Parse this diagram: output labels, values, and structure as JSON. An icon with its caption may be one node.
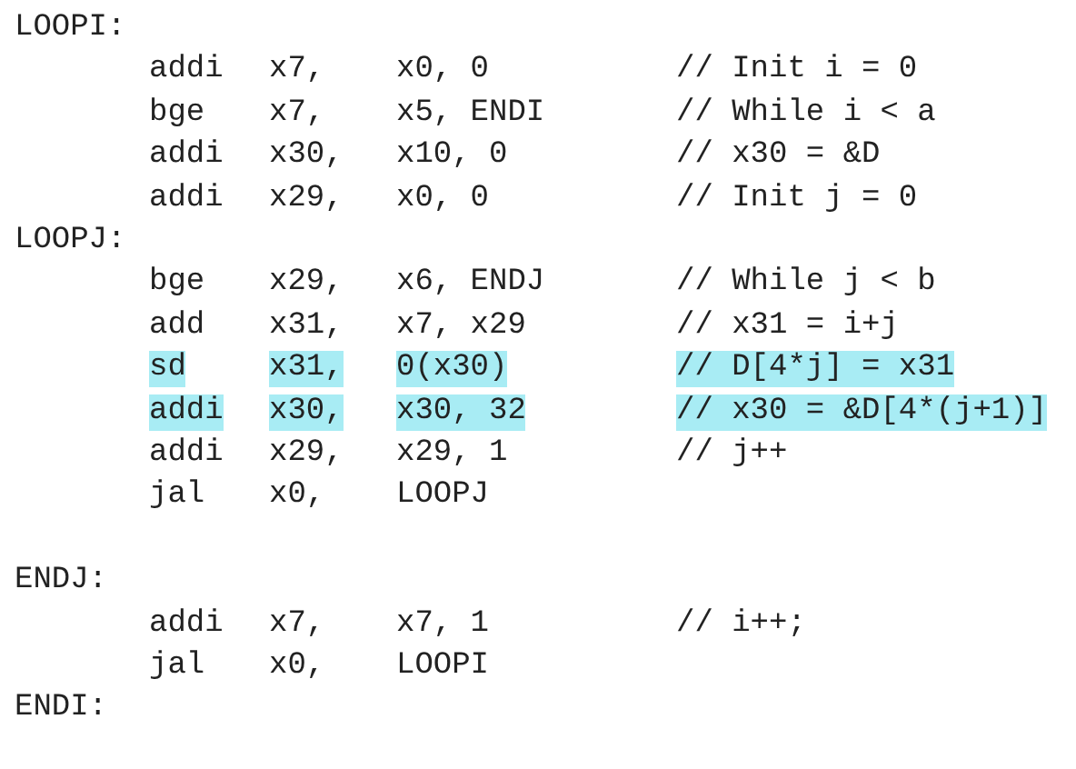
{
  "diagram": {
    "labels": [
      "LOOPI:",
      "addi",
      "x7,",
      "x0, 0",
      "// Init i = 0",
      "bge",
      "x7,",
      "x5, ENDI",
      "// While i < a",
      "addi",
      "x30,",
      "x10, 0",
      "// x30 = &D",
      "addi",
      "x29,",
      "x0, 0",
      "// Init j = 0",
      "LOOPJ:",
      "bge",
      "x29,",
      "x6, ENDJ",
      "// While j < b",
      "add",
      "x31,",
      "x7, x29",
      "// x31 = i+j",
      "sd",
      "x31,",
      "0(x30)",
      "// D[4*j] = x31",
      "addi",
      "x30,",
      "x30, 32",
      "// x30 = &D[4*(j+1)]",
      "addi",
      "x29,",
      "x29, 1",
      "// j++",
      "jal",
      "x0,",
      "LOOPJ",
      "ENDJ:",
      "addi",
      "x7,",
      "x7, 1",
      "// i++;",
      "jal",
      "x0,",
      "LOOPI",
      "ENDI:"
    ]
  }
}
